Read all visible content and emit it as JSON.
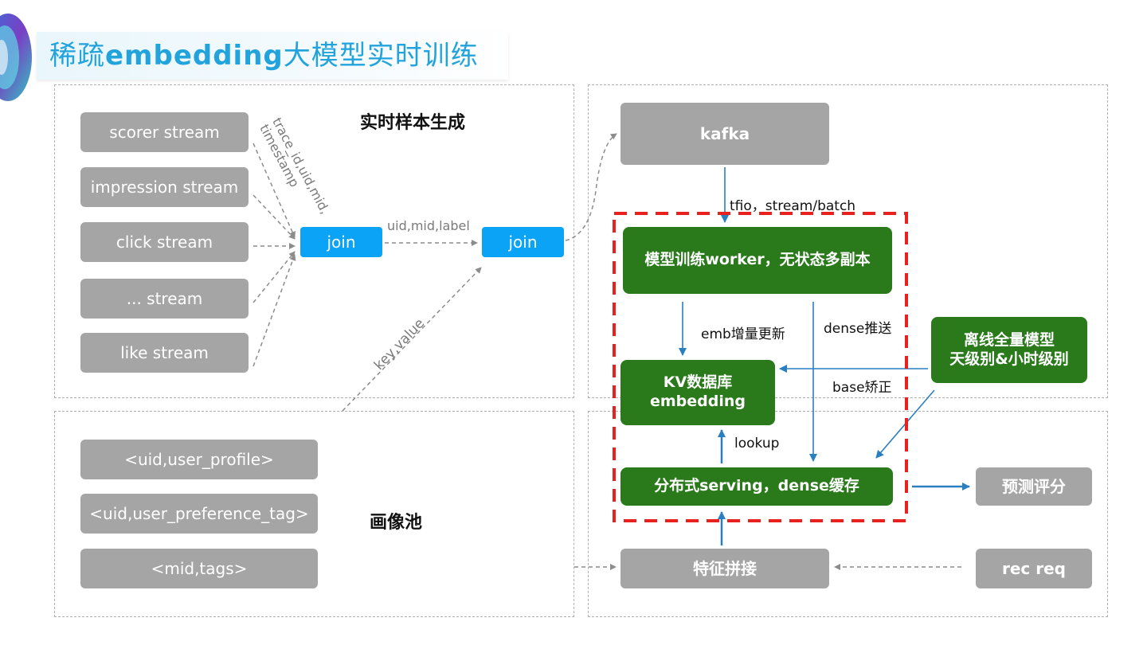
{
  "title": {
    "cn_prefix": "稀疏",
    "en": "embedding",
    "cn_suffix": "大模型实时训练"
  },
  "sections": {
    "realtime_samples": "实时样本生成",
    "profile_pool": "画像池"
  },
  "streams": [
    "scorer stream",
    "impression stream",
    "click stream",
    "... stream",
    "like stream"
  ],
  "profiles": [
    "<uid,user_profile>",
    "<uid,user_preference_tag>",
    "<mid,tags>"
  ],
  "joins": {
    "join1": "join",
    "join2": "join"
  },
  "labels": {
    "trace_line1": "trace_id,uid,mid,",
    "trace_line2": "timestamp",
    "uid_mid_label": "uid,mid,label",
    "key_value": "key,value",
    "tfio": "tfio，stream/batch",
    "emb_update": "emb增量更新",
    "dense_push": "dense推送",
    "base_fix": "base矫正",
    "lookup": "lookup"
  },
  "nodes": {
    "kafka": "kafka",
    "worker": "模型训练worker，无状态多副本",
    "kv_line1": "KV数据库",
    "kv_line2": "embedding",
    "serving": "分布式serving，dense缓存",
    "offline_line1": "离线全量模型",
    "offline_line2": "天级别&小时级别",
    "predict": "预测评分",
    "feature": "特征拼接",
    "rec_req": "rec req"
  },
  "colors": {
    "gray_box": "#a5a5a5",
    "join_blue": "#0aa3f5",
    "green_box": "#2a7a1c",
    "arrow_blue": "#2a7fc1",
    "red_dash": "#e8201e",
    "title": "#22a3dc"
  }
}
